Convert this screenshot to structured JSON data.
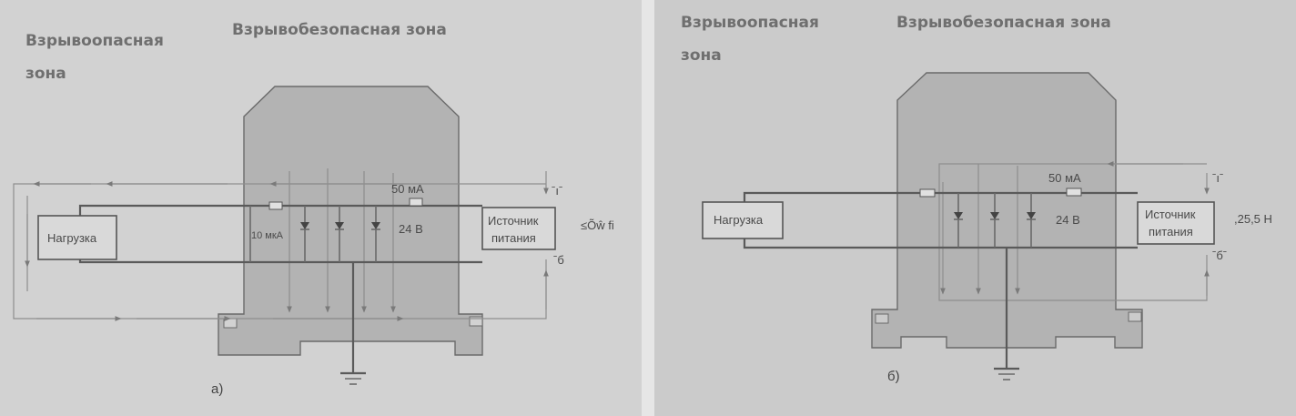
{
  "panel_a": {
    "zone_hazard": [
      "Взрывоопасная",
      "зона"
    ],
    "zone_safe": "Взрывобезопасная зона",
    "load_label": "Нагрузка",
    "source_label": [
      "Источник",
      "питания"
    ],
    "current_50": "50 мА",
    "current_10": "10 мкА",
    "voltage": "24 В",
    "side_voltage": "≤Õŵ fi",
    "mark_top": "ˉıˉ",
    "mark_bottom": "ˉб",
    "caption": "а)"
  },
  "panel_b": {
    "zone_hazard": [
      "Взрывоопасная",
      "зона"
    ],
    "zone_safe": "Взрывобезопасная зона",
    "load_label": "Нагрузка",
    "source_label": [
      "Источник",
      "питания"
    ],
    "current_50": "50 мА",
    "voltage": "24 В",
    "side_voltage": ",25,5 Н",
    "mark_top": "ˉıˉ",
    "mark_bottom": "ˉбˉ",
    "caption": "б)"
  },
  "colors": {
    "background": "#cfcfcf",
    "housing": "#b3b3b3",
    "wire": "#5a5a5a",
    "text": "#4a4a4a"
  }
}
